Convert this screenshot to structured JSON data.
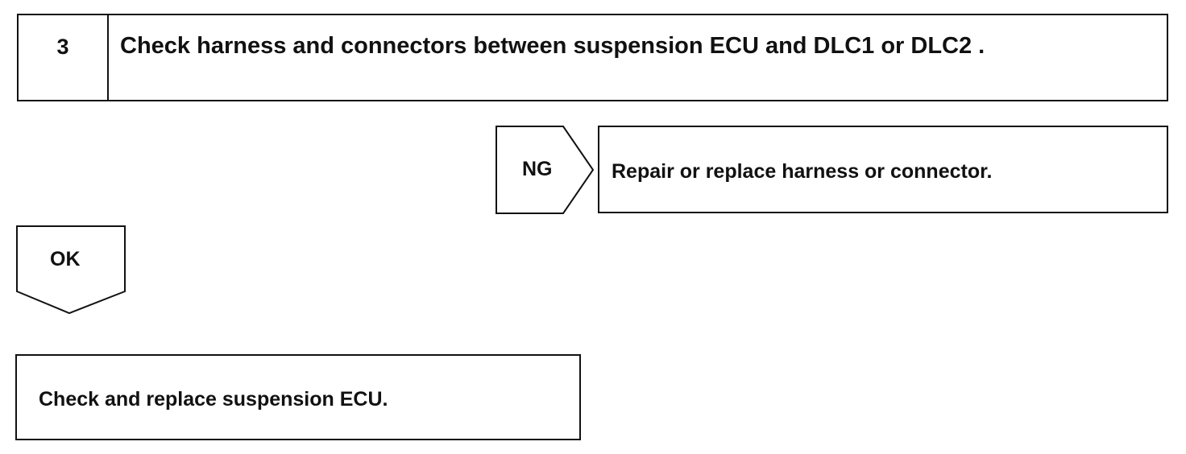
{
  "step": {
    "number": "3",
    "title": "Check harness and connectors between suspension ECU and DLC1 or DLC2 ."
  },
  "ng_branch": {
    "label": "NG",
    "action": "Repair or replace harness or connector."
  },
  "ok_branch": {
    "label": "OK"
  },
  "final_action": {
    "text": "Check and replace suspension ECU."
  }
}
